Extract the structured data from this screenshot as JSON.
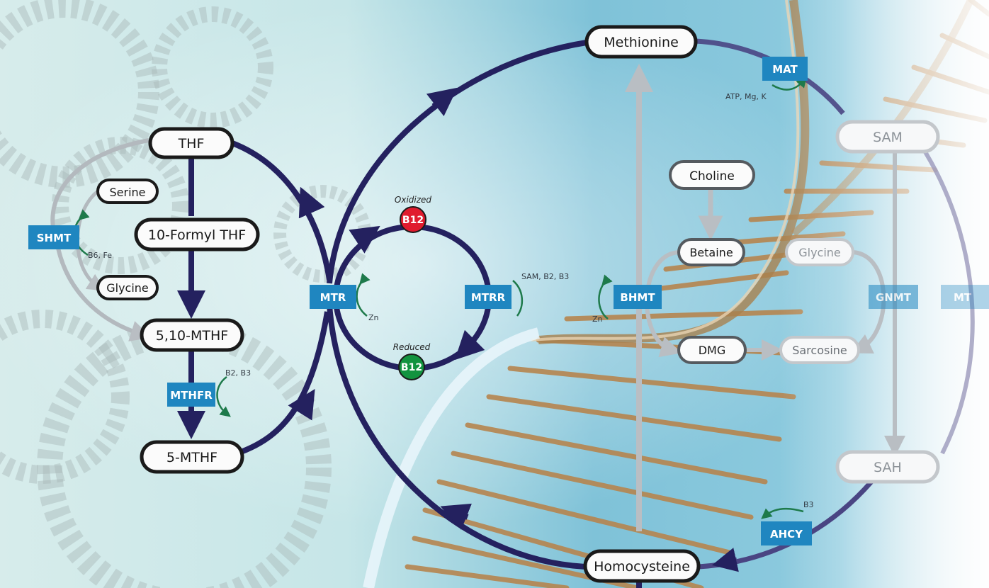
{
  "nodes": {
    "thf": "THF",
    "serine": "Serine",
    "formyl_thf": "10-Formyl THF",
    "glycine_left": "Glycine",
    "mthf_510": "5,10-MTHF",
    "mthf_5": "5-MTHF",
    "methionine": "Methionine",
    "homocysteine": "Homocysteine",
    "sam": "SAM",
    "sah": "SAH",
    "choline": "Choline",
    "betaine": "Betaine",
    "glycine_right": "Glycine",
    "dmg": "DMG",
    "sarcosine": "Sarcosine"
  },
  "enzymes": {
    "shmt": "SHMT",
    "mthfr": "MTHFR",
    "mtr": "MTR",
    "mtrr": "MTRR",
    "mat": "MAT",
    "bhmt": "BHMT",
    "gnmt": "GNMT",
    "mt": "MT",
    "ahcy": "AHCY"
  },
  "cofactors": {
    "shmt": "B6, Fe",
    "mthfr": "B2, B3",
    "mtr": "Zn",
    "mtrr": "SAM, B2, B3",
    "mat": "ATP, Mg, K",
    "bhmt": "Zn",
    "ahcy": "B3"
  },
  "b12": {
    "oxidized_state": "Oxidized",
    "reduced_state": "Reduced",
    "oxidized_label": "B12",
    "reduced_label": "B12"
  },
  "colors": {
    "pathway": "#24215f",
    "enzyme": "#1f86c0",
    "cofactor_arrow": "#1e7a4b",
    "b12_oxidized": "#e01b2e",
    "b12_reduced": "#12933f",
    "faded": "#b9bec3"
  }
}
